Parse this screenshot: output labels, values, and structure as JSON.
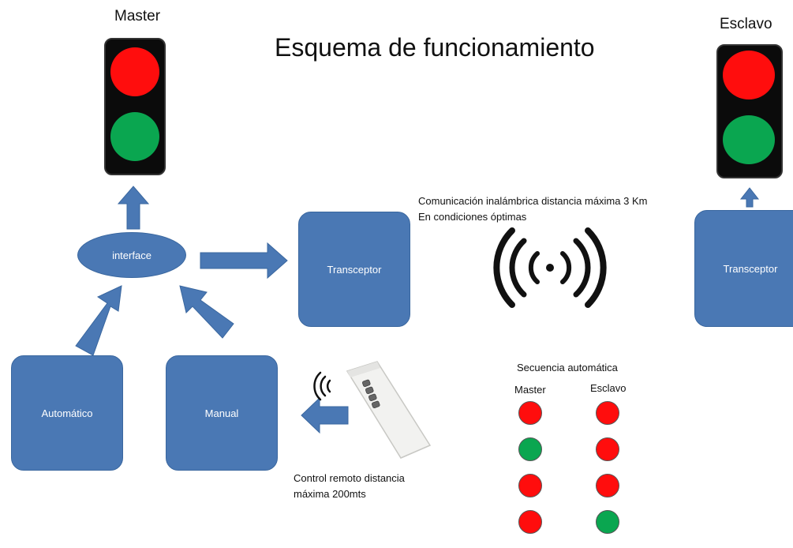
{
  "title": "Esquema de funcionamiento",
  "master": {
    "label": "Master"
  },
  "slave": {
    "label": "Esclavo"
  },
  "nodes": {
    "interface": "interface",
    "transceiver_master": "Transceptor",
    "transceiver_slave": "Transceptor",
    "automatic": "Automático",
    "manual": "Manual"
  },
  "wireless_note": {
    "line1": "Comunicación inalámbrica distancia máxima 3 Km",
    "line2": "En condiciones óptimas"
  },
  "remote_note": {
    "line1": "Control remoto distancia",
    "line2": "máxima 200mts"
  },
  "sequence": {
    "title": "Secuencia automática",
    "col_master": "Master",
    "col_slave": "Esclavo",
    "steps": [
      {
        "master": "red",
        "slave": "red"
      },
      {
        "master": "green",
        "slave": "red"
      },
      {
        "master": "red",
        "slave": "red"
      },
      {
        "master": "red",
        "slave": "green"
      }
    ]
  },
  "colors": {
    "box": "#4a78b4",
    "red": "#ff0d0d",
    "green": "#0aa650",
    "light_body": "#0b0b0b"
  }
}
